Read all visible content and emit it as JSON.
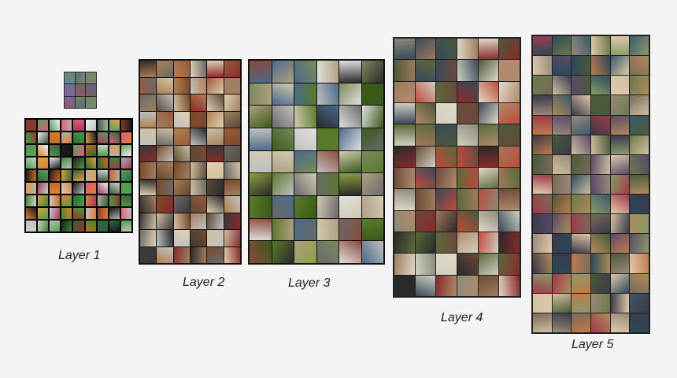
{
  "labels": {
    "layer1": "Layer 1",
    "layer2": "Layer 2",
    "layer3": "Layer 3",
    "layer4": "Layer 4",
    "layer5": "Layer 5"
  },
  "palettes": {
    "p1small": [
      "#6a8a6a",
      "#9aa0a8",
      "#5a6a7a",
      "#7a6a9a",
      "#4a7a5a",
      "#8a5a6a",
      "#5a8a9a",
      "#6a6a5a",
      "#7a8a6a"
    ],
    "p1": [
      "#1a1a1a",
      "#c86a1a",
      "#e08030",
      "#3a8a2a",
      "#4aa040",
      "#c0c0c0",
      "#a03a5a",
      "#2a6a3a",
      "#e0a040",
      "#d0d0d0",
      "#8a3a2a",
      "#5aa060",
      "#b0b0b0",
      "#e05a7a",
      "#3a5a3a",
      "#f0f0f0"
    ],
    "p2": [
      "#7a4a2a",
      "#a08060",
      "#3a3a3a",
      "#c0c0c0",
      "#8a2a2a",
      "#5a4a3a",
      "#d0c0a0",
      "#2a2a2a",
      "#b08050",
      "#6a6a6a",
      "#e0d0b0",
      "#9a5a3a"
    ],
    "p3": [
      "#5a7a2a",
      "#3a5a1a",
      "#8aa040",
      "#c0c0c0",
      "#2a2a2a",
      "#6a6a6a",
      "#d0c8b0",
      "#8a4a3a",
      "#4a6a8a",
      "#b0a080",
      "#e0e0e0",
      "#7a8a5a"
    ],
    "p4": [
      "#6a4a3a",
      "#b08a6a",
      "#2a2a2a",
      "#d0d0c0",
      "#8a2a2a",
      "#c04a3a",
      "#5a6a3a",
      "#8a8a7a",
      "#3a4a5a",
      "#a07a5a",
      "#e0d8c8",
      "#4a5a3a"
    ],
    "p5": [
      "#4a5a3a",
      "#7a6a5a",
      "#b08a5a",
      "#3a3a4a",
      "#c07a4a",
      "#8a9a6a",
      "#d0c0a0",
      "#5a4a6a",
      "#a03a4a",
      "#2a4a5a",
      "#9a8a7a",
      "#6a7a4a",
      "#e0c8a8",
      "#3a5a6a"
    ]
  }
}
